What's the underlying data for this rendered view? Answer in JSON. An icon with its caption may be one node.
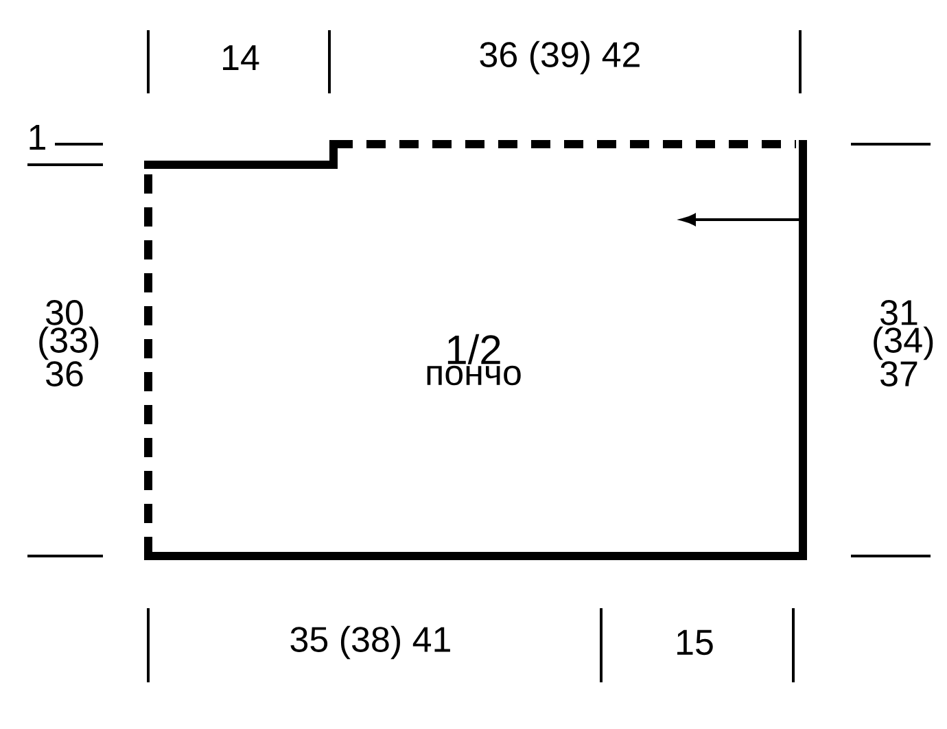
{
  "diagram": {
    "nodes": [
      {
        "text": [
          "1/2",
          "пончо"
        ]
      }
    ],
    "edges": [],
    "labels": [
      "14",
      "36 (39) 42",
      "1",
      "30 (33) 36",
      "31 (34) 37",
      "35 (38) 41",
      "15"
    ]
  }
}
